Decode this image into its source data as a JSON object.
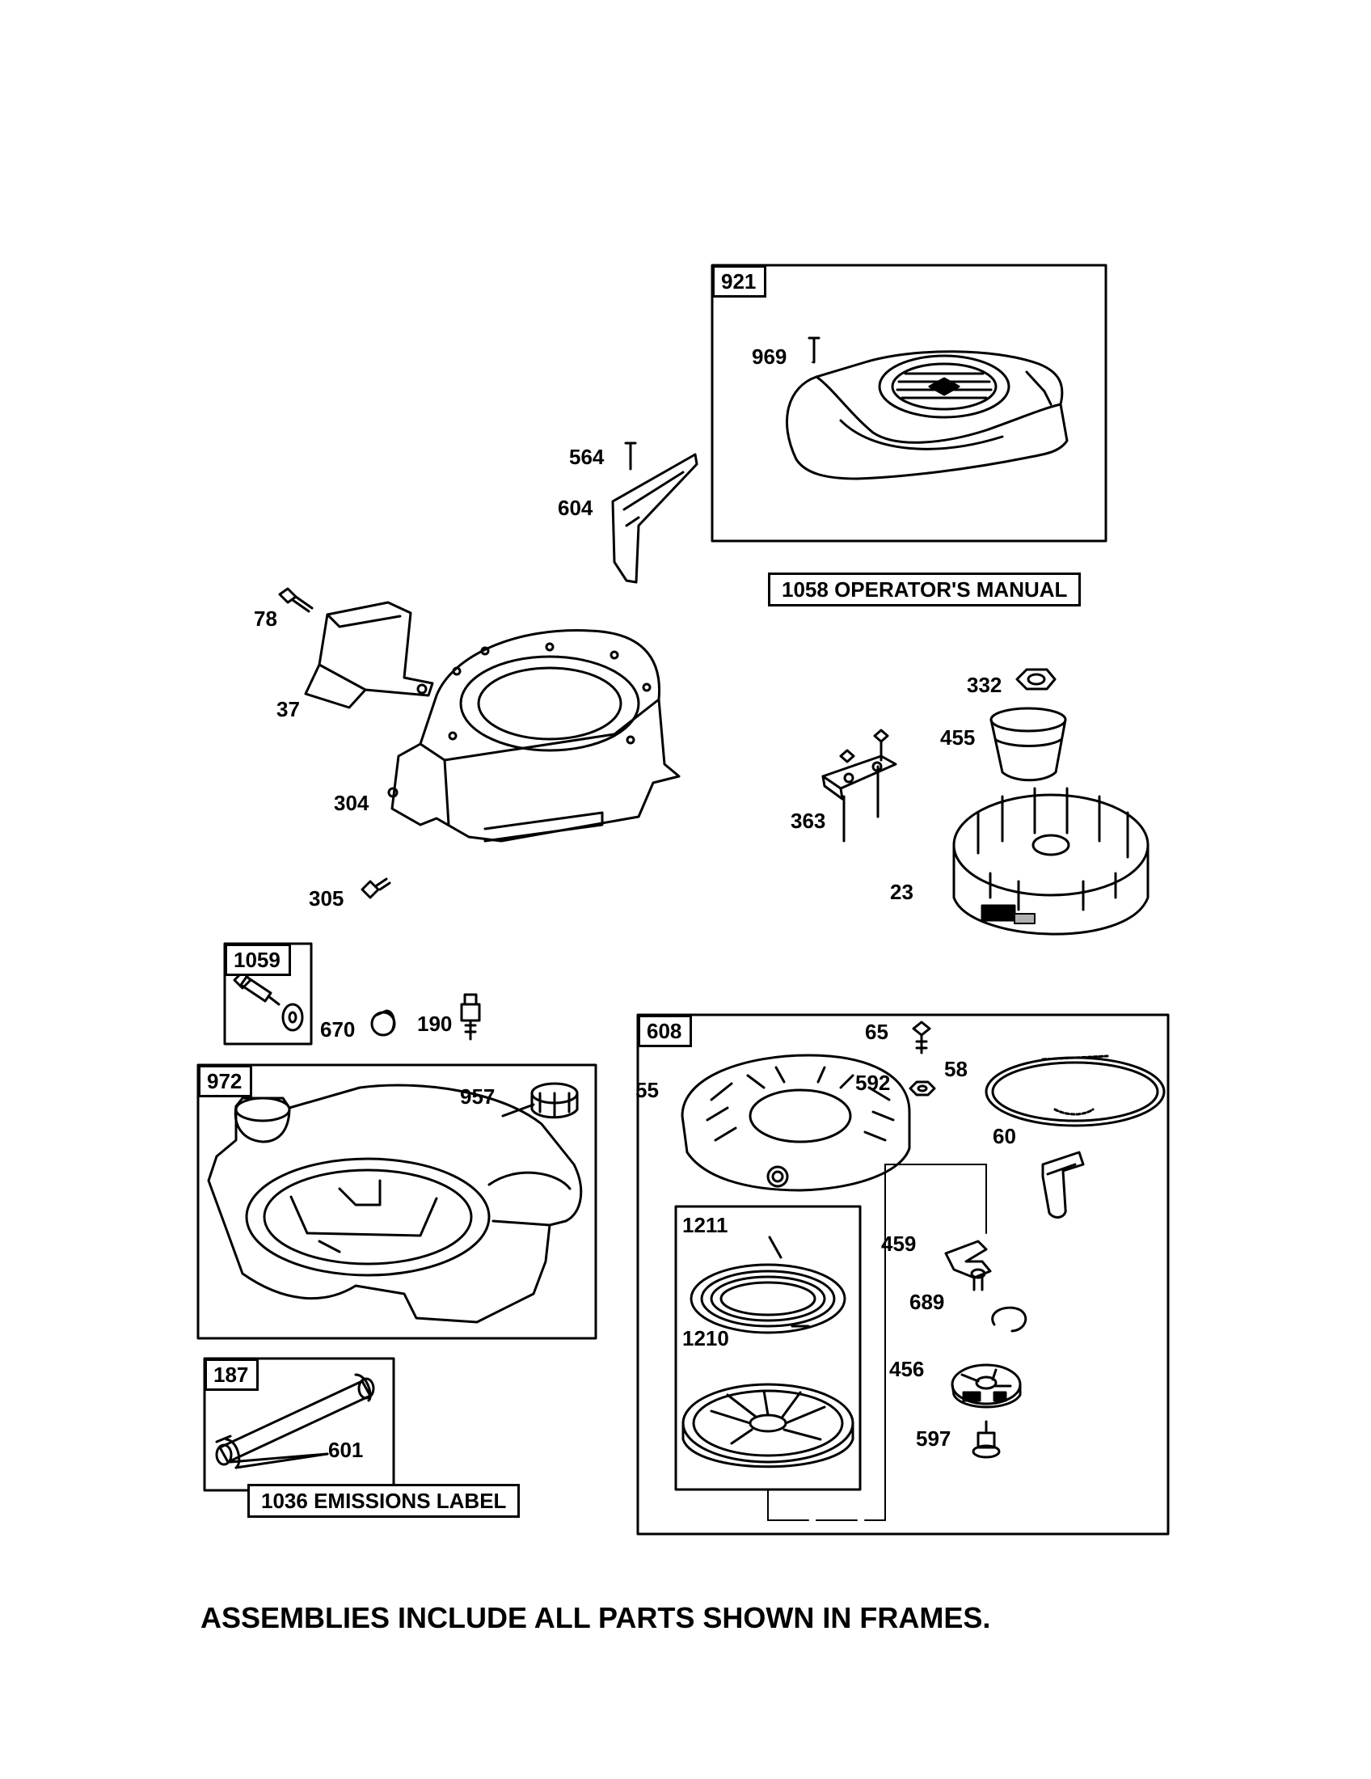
{
  "frames": {
    "f921": "921",
    "f1059": "1059",
    "f972": "972",
    "f187": "187",
    "f608": "608"
  },
  "banners": {
    "operators_manual": "1058 OPERATOR'S MANUAL",
    "emissions_label": "1036 EMISSIONS LABEL"
  },
  "parts": {
    "p969": "969",
    "p564": "564",
    "p604": "604",
    "p78": "78",
    "p37": "37",
    "p304": "304",
    "p305": "305",
    "p332": "332",
    "p455": "455",
    "p363": "363",
    "p23": "23",
    "p670": "670",
    "p190": "190",
    "p957": "957",
    "p601": "601",
    "p65": "65",
    "p55": "55",
    "p592": "592",
    "p58": "58",
    "p60": "60",
    "p1211": "1211",
    "p1210": "1210",
    "p459": "459",
    "p689": "689",
    "p456": "456",
    "p597": "597"
  },
  "footer_note": "ASSEMBLIES INCLUDE ALL PARTS SHOWN IN FRAMES.",
  "colors": {
    "ink": "#000000",
    "paper": "#ffffff",
    "shade": "#b0b0b0"
  }
}
